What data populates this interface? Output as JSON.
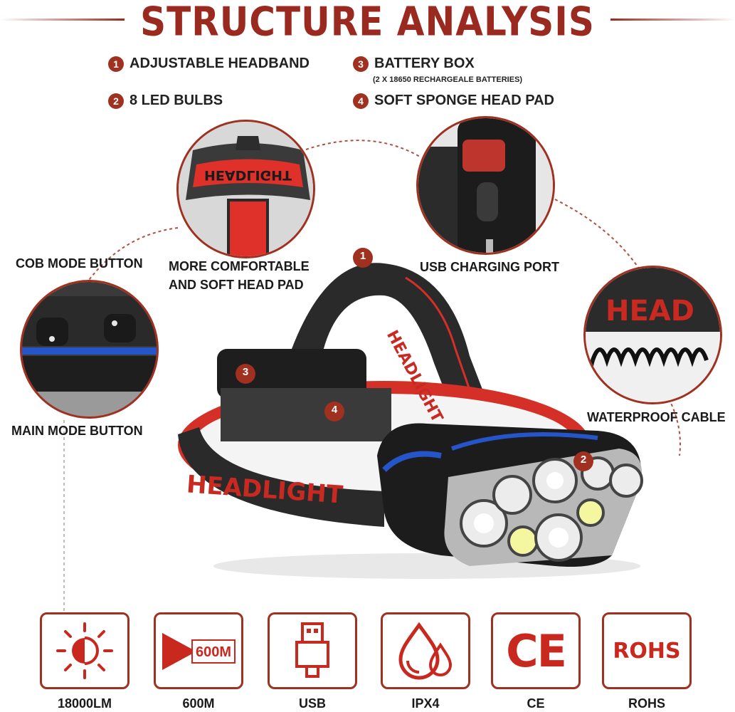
{
  "title": "STRUCTURE ANALYSIS",
  "legend": [
    {
      "num": "1",
      "text": "ADJUSTABLE HEADBAND"
    },
    {
      "num": "2",
      "text": "8 LED BULBS"
    },
    {
      "num": "3",
      "text": "BATTERY BOX"
    },
    {
      "num": "4",
      "text": "SOFT SPONGE HEAD PAD"
    }
  ],
  "battery_note": "(2 X 18650 RECHARGEALE BATTERIES)",
  "callouts": {
    "cob": "COB MODE BUTTON",
    "pad_line1": "MORE COMFORTABLE",
    "pad_line2": "AND SOFT HEAD PAD",
    "usb_port": "USB CHARGING PORT",
    "main_mode": "MAIN MODE BUTTON",
    "cable": "WATERPROOF CABLE"
  },
  "strap_text": {
    "front": "HEADLIGHT",
    "top": "HEADLIGHT",
    "cable_strap": "HEAD",
    "pad_strap": "HEADLIGHT"
  },
  "product_markers": [
    "1",
    "2",
    "3",
    "4"
  ],
  "features": [
    {
      "icon": "sun-icon",
      "label": "18000LM"
    },
    {
      "icon": "range-icon",
      "label": "600M",
      "icon_text": "600M"
    },
    {
      "icon": "usb-icon",
      "label": "USB"
    },
    {
      "icon": "water-drops-icon",
      "label": "IPX4"
    },
    {
      "icon": "ce-mark-icon",
      "label": "CE",
      "icon_text": "CE"
    },
    {
      "icon": "rohs-icon",
      "label": "ROHS",
      "icon_text": "ROHS"
    }
  ],
  "colors": {
    "accent": "#a0301f",
    "title": "#9a2a1f",
    "strap_red": "#e0302a"
  }
}
